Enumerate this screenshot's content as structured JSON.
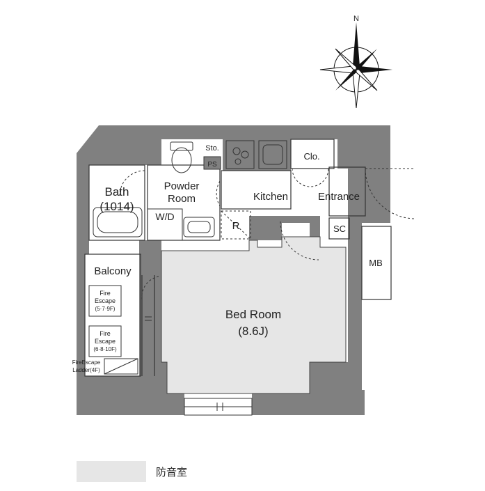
{
  "compass": {
    "north_label": "N"
  },
  "rooms": {
    "bath": {
      "name": "Bath",
      "size": "(1014)"
    },
    "powder_room": {
      "line1": "Powder",
      "line2": "Room"
    },
    "storage": "Sto.",
    "pipe_space": "PS",
    "washer": "W/D",
    "refrigerator": "R",
    "kitchen": "Kitchen",
    "closet": "Clo.",
    "entrance": "Entrance",
    "shoe_closet": "SC",
    "meter_box": "MB",
    "balcony": "Balcony",
    "bedroom": {
      "name": "Bed Room",
      "size": "(8.6J)"
    }
  },
  "fire_escapes": [
    {
      "line1": "Fire",
      "line2": "Escape",
      "line3": "(5·7·9F)"
    },
    {
      "line1": "Fire",
      "line2": "Escape",
      "line3": "(6·8·10F)"
    }
  ],
  "fire_escape_ladder": {
    "line1": "FireEscape",
    "line2": "Ladder(4F)"
  },
  "legend": {
    "label": "防音室",
    "color": "#e6e6e6"
  },
  "colors": {
    "wall": "#808080",
    "floor": "#e6e6e6",
    "line": "#333333"
  }
}
